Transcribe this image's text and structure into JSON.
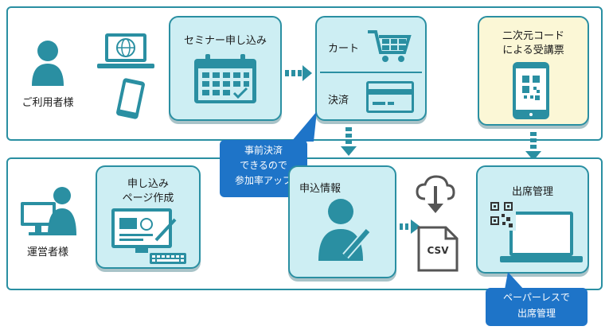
{
  "user_section": {
    "user_label": "ご利用者様",
    "seminar_card": {
      "title": "セミナー申し込み"
    },
    "payment_card": {
      "cart_label": "カート",
      "settlement_label": "決済"
    },
    "ticket_card": {
      "title_line1": "二次元コード",
      "title_line2": "による受講票"
    }
  },
  "prepay_bubble": {
    "line1": "事前決済",
    "line2": "できるので",
    "line3": "参加率アップ"
  },
  "operator_section": {
    "operator_label": "運営者様",
    "page_card": {
      "title_line1": "申し込み",
      "title_line2": "ページ作成"
    },
    "info_card": {
      "title": "申込情報"
    },
    "csv_label": "CSV",
    "attendance_card": {
      "title": "出席管理"
    }
  },
  "paperless_bubble": {
    "line1": "ペーパーレスで",
    "line2": "出席管理"
  },
  "colors": {
    "teal": "#2a8fa2",
    "card_fill": "#cdeef3",
    "ticket_fill": "#fbf7d6",
    "bubble": "#1e74c8",
    "arrow": "#2a8fa2"
  }
}
